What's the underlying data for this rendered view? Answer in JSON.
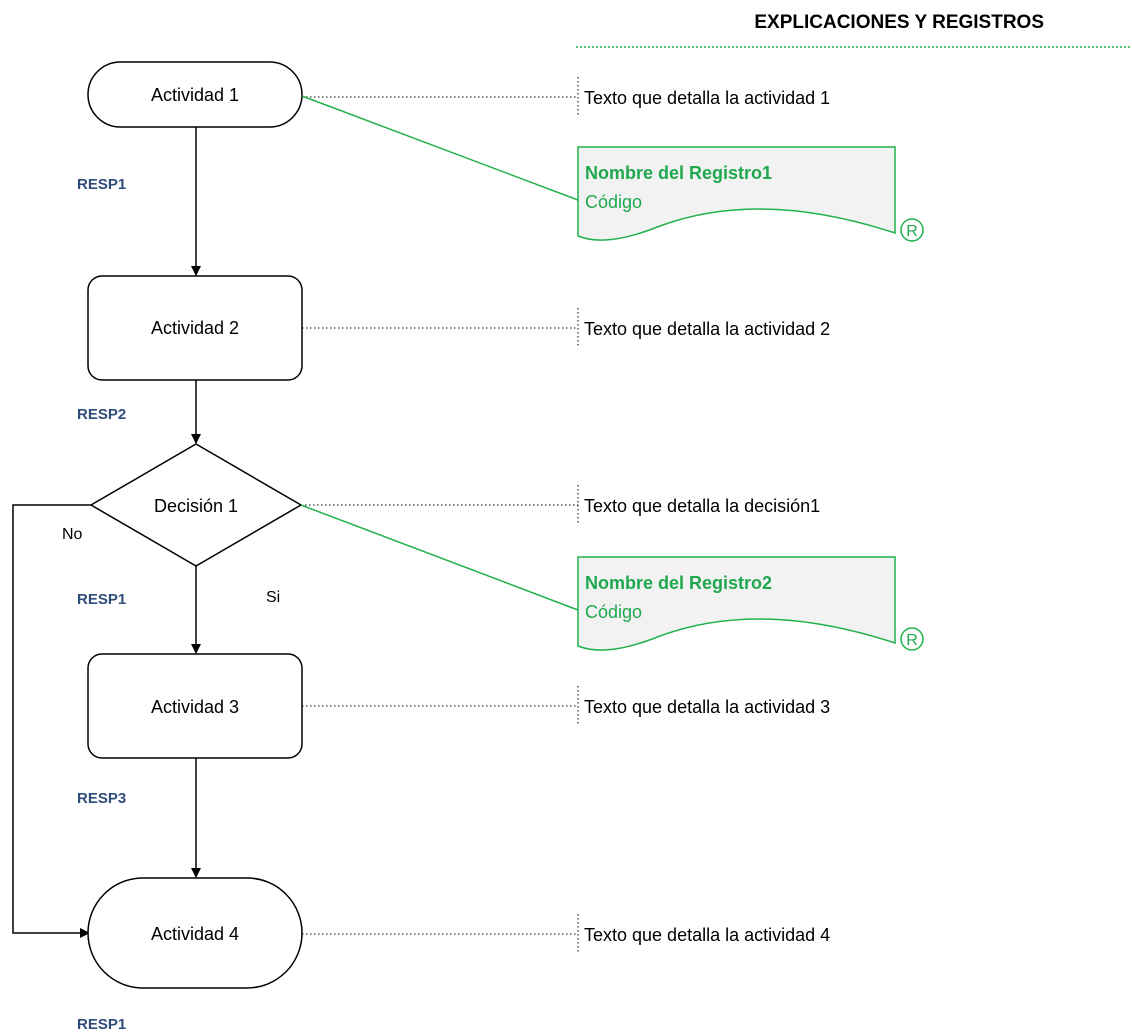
{
  "header": {
    "title": "EXPLICACIONES Y REGISTROS"
  },
  "nodes": {
    "actividad1": "Actividad 1",
    "actividad2": "Actividad 2",
    "decision1": "Decisión 1",
    "actividad3": "Actividad 3",
    "actividad4": "Actividad 4"
  },
  "responsables": {
    "resp_a1": "RESP1",
    "resp_a2": "RESP2",
    "resp_d1": "RESP1",
    "resp_a3": "RESP3",
    "resp_a4": "RESP1"
  },
  "branches": {
    "no": "No",
    "si": "Si"
  },
  "explanations": {
    "actividad1": "Texto que detalla la actividad 1",
    "actividad2": "Texto que detalla la actividad 2",
    "decision1": "Texto que detalla la decisión1",
    "actividad3": "Texto que detalla la actividad 3",
    "actividad4": "Texto que detalla la actividad 4"
  },
  "records": [
    {
      "name": "Nombre del Registro1",
      "code": "Código",
      "badge": "R"
    },
    {
      "name": "Nombre del Registro2",
      "code": "Código",
      "badge": "R"
    }
  ],
  "colors": {
    "record_accent": "#22B14C",
    "record_text": "#1FA84F",
    "record_fill": "#F2F2F2",
    "resp_text": "#2E4D7A",
    "line": "#000000"
  }
}
